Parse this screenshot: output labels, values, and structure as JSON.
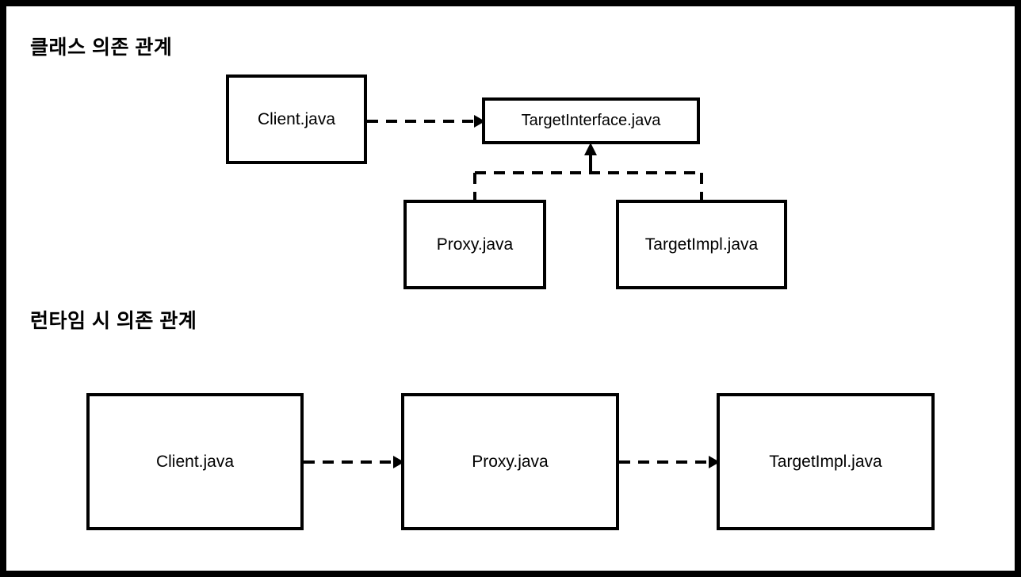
{
  "diagram": {
    "title_class_section": "클래스 의존 관계",
    "title_runtime_section": "런타임 시 의존 관계",
    "colors": {
      "frame": "#000000",
      "box_border": "#000000",
      "box_fill": "#ffffff",
      "edge": "#000000",
      "text": "#000000",
      "background": "#ffffff"
    },
    "sections": [
      {
        "id": "class-dependencies",
        "heading": "클래스 의존 관계",
        "nodes": [
          {
            "id": "client-class",
            "label": "Client.java"
          },
          {
            "id": "target-interface",
            "label": "TargetInterface.java"
          },
          {
            "id": "proxy-class",
            "label": "Proxy.java"
          },
          {
            "id": "targetimpl-class",
            "label": "TargetImpl.java"
          }
        ],
        "edges": [
          {
            "from": "client-class",
            "to": "target-interface",
            "style": "dashed",
            "arrow": "open",
            "kind": "dependency"
          },
          {
            "from": "proxy-class",
            "to": "target-interface",
            "style": "dashed",
            "arrow": "solid",
            "kind": "realization"
          },
          {
            "from": "targetimpl-class",
            "to": "target-interface",
            "style": "dashed",
            "arrow": "solid",
            "kind": "realization"
          }
        ]
      },
      {
        "id": "runtime-dependencies",
        "heading": "런타임 시 의존 관계",
        "nodes": [
          {
            "id": "client-runtime",
            "label": "Client.java"
          },
          {
            "id": "proxy-runtime",
            "label": "Proxy.java"
          },
          {
            "id": "targetimpl-runtime",
            "label": "TargetImpl.java"
          }
        ],
        "edges": [
          {
            "from": "client-runtime",
            "to": "proxy-runtime",
            "style": "dashed",
            "arrow": "open",
            "kind": "dependency"
          },
          {
            "from": "proxy-runtime",
            "to": "targetimpl-runtime",
            "style": "dashed",
            "arrow": "open",
            "kind": "dependency"
          }
        ]
      }
    ]
  }
}
